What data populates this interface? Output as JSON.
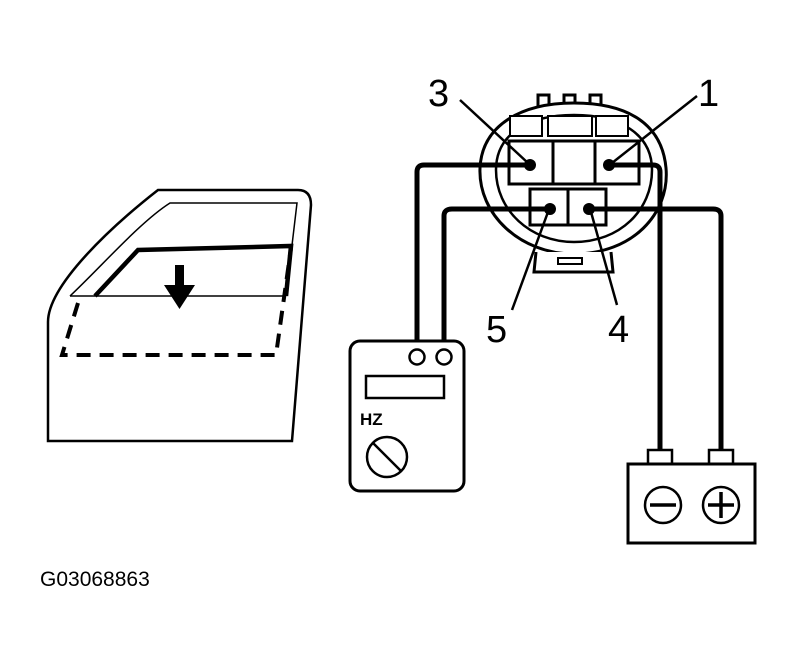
{
  "diagram": {
    "pins": {
      "p1": "1",
      "p3": "3",
      "p4": "4",
      "p5": "5"
    },
    "meter": {
      "dial_label": "HZ"
    },
    "figure_code": "G03068863"
  }
}
